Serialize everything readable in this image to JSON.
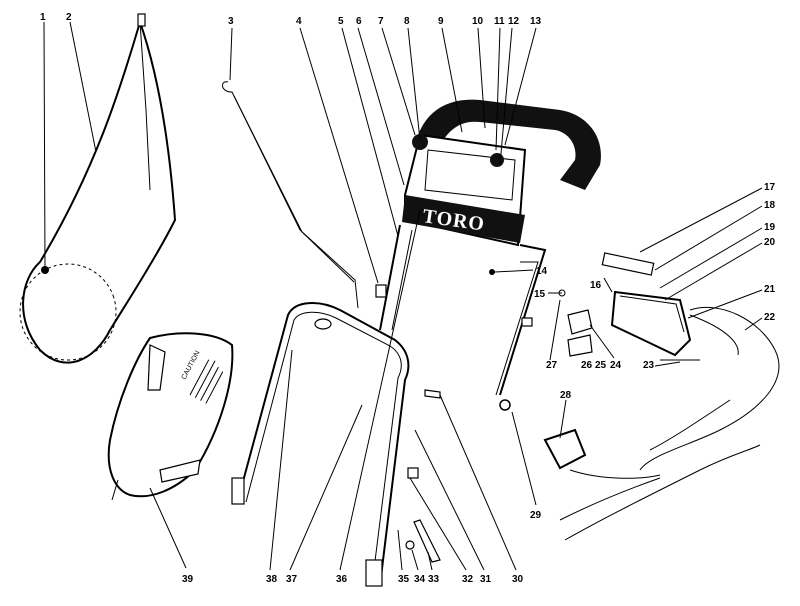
{
  "diagram": {
    "brand_plate_text": "TORO",
    "callouts": [
      "1",
      "2",
      "3",
      "4",
      "5",
      "6",
      "7",
      "8",
      "9",
      "10",
      "11",
      "12",
      "13",
      "14",
      "15",
      "16",
      "17",
      "18",
      "19",
      "20",
      "21",
      "22",
      "23",
      "24",
      "25",
      "26",
      "27",
      "28",
      "29",
      "30",
      "31",
      "32",
      "33",
      "34",
      "35",
      "36",
      "37",
      "38",
      "39"
    ],
    "chute_warning_text": "CAUTION"
  }
}
